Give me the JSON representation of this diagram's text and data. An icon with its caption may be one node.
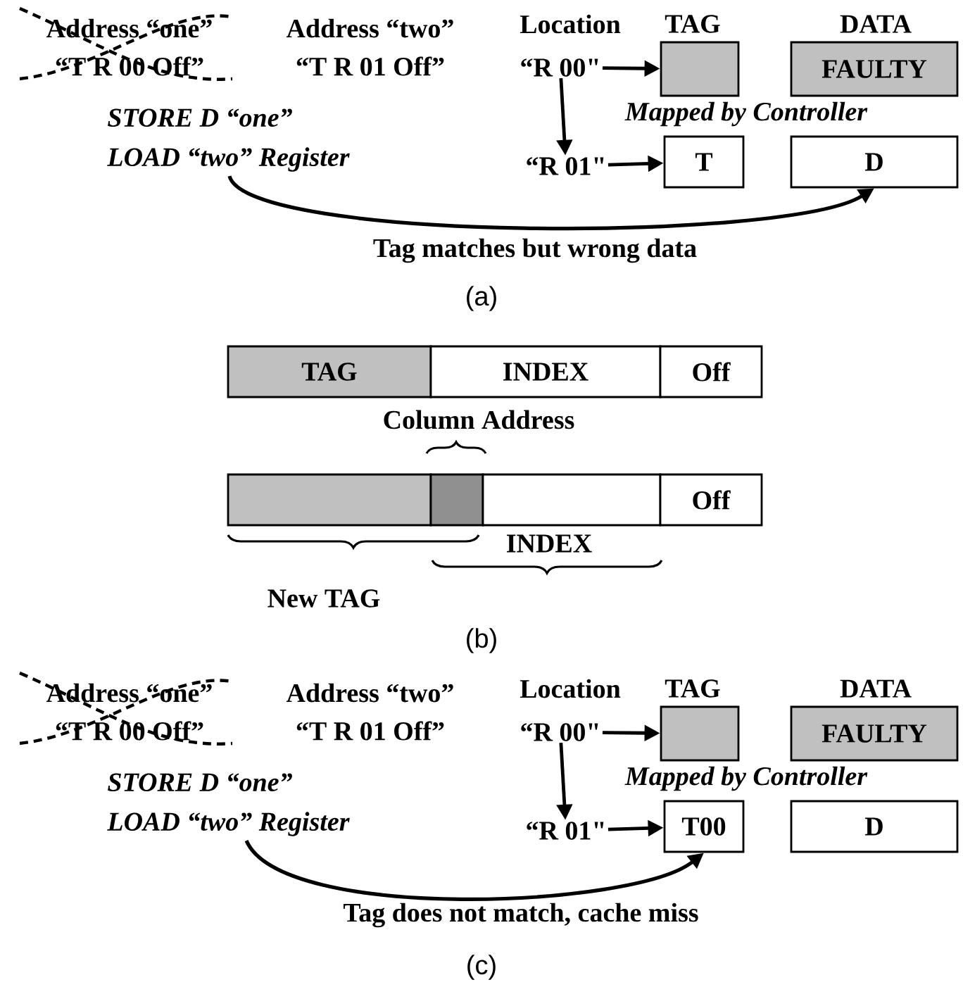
{
  "diagram": {
    "nodes": [
      {
        "text": [
          "“R 00\""
        ]
      },
      {
        "text": [],
        "shape": "box"
      },
      {
        "text": [
          "FAULTY"
        ]
      },
      {
        "text": [
          "“R 01\""
        ]
      },
      {
        "text": [
          "T"
        ]
      },
      {
        "text": [
          "D"
        ]
      },
      {
        "text": [
          "STORE D “one”",
          "LOAD “two” Register"
        ]
      },
      {
        "text": [
          "TAG"
        ]
      },
      {
        "text": [
          "INDEX"
        ]
      },
      {
        "text": [
          "Off"
        ]
      },
      {
        "text": [],
        "shape": "box"
      },
      {
        "text": [],
        "shape": "box"
      },
      {
        "text": [],
        "shape": "box"
      },
      {
        "text": [
          "Off"
        ]
      },
      {
        "text": [
          "“R 00\""
        ]
      },
      {
        "text": [],
        "shape": "box"
      },
      {
        "text": [
          "FAULTY"
        ]
      },
      {
        "text": [
          "“R 01\""
        ]
      },
      {
        "text": [
          "T00"
        ]
      },
      {
        "text": [
          "D"
        ]
      },
      {
        "text": [
          "STORE D “one”",
          "LOAD “two” Register"
        ]
      }
    ],
    "edges": [
      {
        "from": 0,
        "to": 1,
        "arrow": "to"
      },
      {
        "from": 0,
        "to": 3,
        "arrow": "to"
      },
      {
        "from": 3,
        "to": 4,
        "arrow": "to"
      },
      {
        "from": 6,
        "to": 5,
        "arrow": "to",
        "label": "Tag matches but wrong data"
      },
      {
        "from": 14,
        "to": 15,
        "arrow": "to"
      },
      {
        "from": 14,
        "to": 17,
        "arrow": "to"
      },
      {
        "from": 17,
        "to": 18,
        "arrow": "to"
      },
      {
        "from": 20,
        "to": 18,
        "arrow": "to",
        "label": "Tag does not match, cache miss"
      }
    ],
    "labels": [
      "Address “one”",
      "Address “two”",
      "Location",
      "TAG",
      "DATA",
      "“T R 00 Off”",
      "“T R 01 Off”",
      "Mapped by Controller",
      "(a)",
      "Column Address",
      "INDEX",
      "New TAG",
      "(b)",
      "Address “one”",
      "Address “two”",
      "Location",
      "TAG",
      "DATA",
      "“T R 00 Off”",
      "“T R 01 Off”",
      "Mapped by Controller",
      "(c)"
    ]
  }
}
